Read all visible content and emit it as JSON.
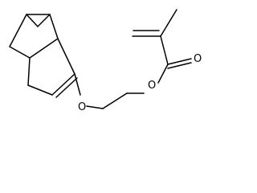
{
  "molecule": {
    "atoms": {
      "ester_oxygen": "O",
      "ether_oxygen": "O",
      "carbonyl_oxygen": "O"
    },
    "colors": {
      "bond": "#000000",
      "label": "#000000",
      "background": "#ffffff"
    }
  }
}
